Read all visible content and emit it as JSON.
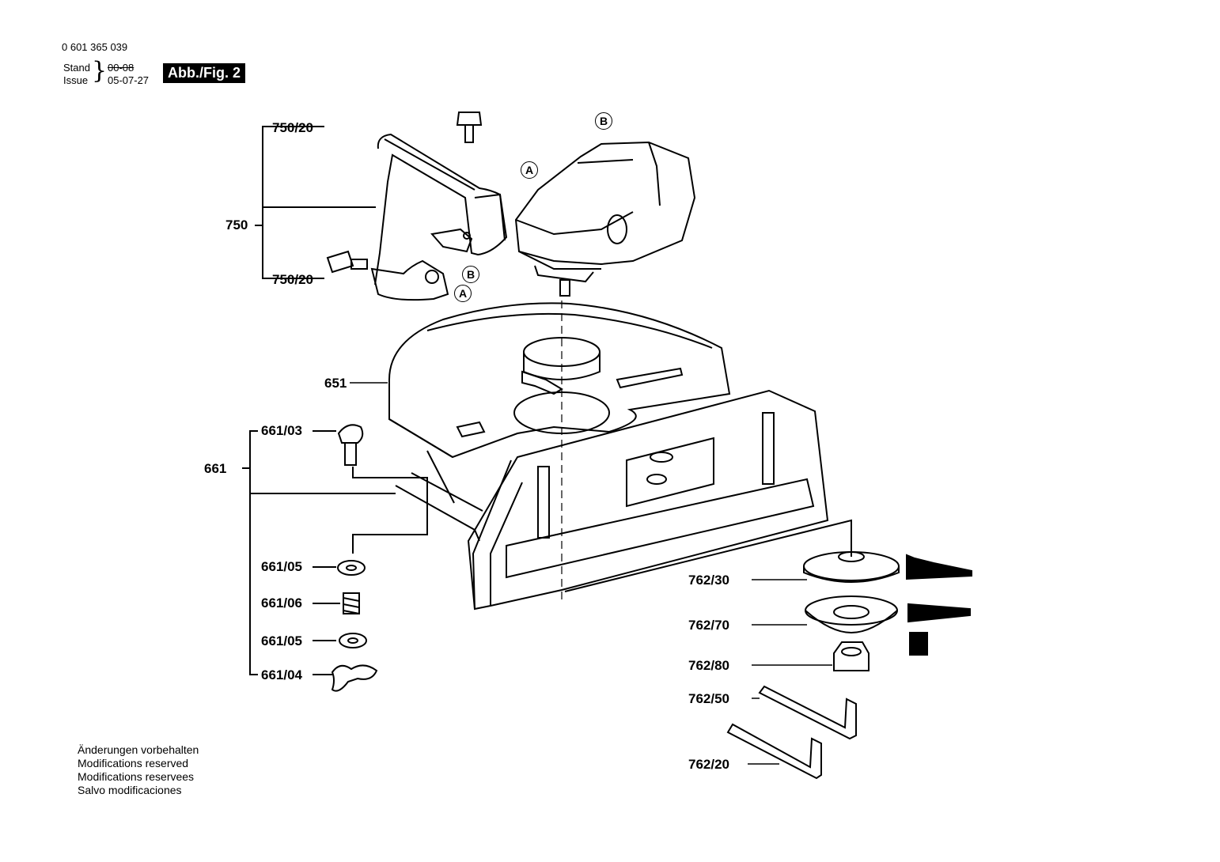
{
  "header": {
    "part_number": "0 601 365 039",
    "stand_label": "Stand",
    "issue_label": "Issue",
    "stand_value": "00-08",
    "issue_value": "05-07-27",
    "figure_label": "Abb./Fig. 2"
  },
  "labels": {
    "l_750": "750",
    "l_750_20_top": "750/20",
    "l_750_20_bottom": "750/20",
    "l_651": "651",
    "l_661": "661",
    "l_661_03": "661/03",
    "l_661_05_a": "661/05",
    "l_661_06": "661/06",
    "l_661_05_b": "661/05",
    "l_661_04": "661/04",
    "l_762_30": "762/30",
    "l_762_70": "762/70",
    "l_762_80": "762/80",
    "l_762_50": "762/50",
    "l_762_20": "762/20"
  },
  "callouts": {
    "a_handle": "A",
    "b_handle": "B",
    "a_tool": "A",
    "b_tool": "B"
  },
  "footer": [
    "Änderungen vorbehalten",
    "Modifications reserved",
    "Modifications reservees",
    "Salvo modificaciones"
  ]
}
